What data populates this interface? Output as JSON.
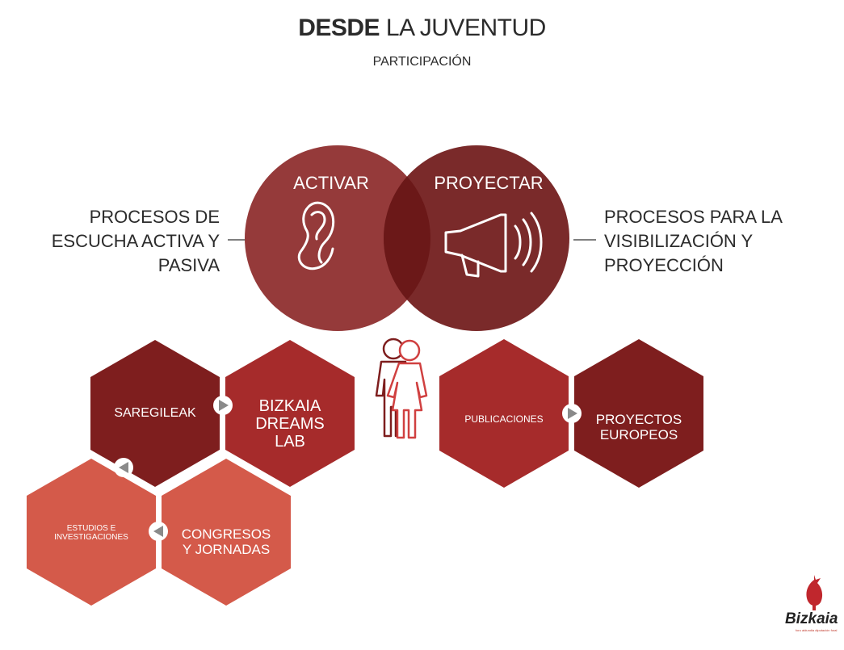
{
  "header": {
    "title_bold": "DESDE",
    "title_rest": " LA JUVENTUD",
    "subtitle": "PARTICIPACIÓN"
  },
  "left_text": [
    "PROCESOS DE",
    "ESCUCHA ACTIVA Y",
    "PASIVA"
  ],
  "right_text": [
    "PROCESOS PARA LA",
    "VISIBILIZACIÓN Y",
    "PROYECCIÓN"
  ],
  "circles": {
    "left": {
      "label": "ACTIVAR",
      "icon": "ear-icon",
      "color": "#953a3a"
    },
    "right": {
      "label": "PROYECTAR",
      "icon": "megaphone-icon",
      "color": "#7a2a2a"
    },
    "overlap_color": "#6b1818"
  },
  "people_icon": "people-icon",
  "hexagons": {
    "saregileak": {
      "label": "SAREGILEAK",
      "color": "#7e1e1e"
    },
    "bizkaia_dreams_lab": {
      "label_lines": [
        "BIZKAIA",
        "DREAMS",
        "LAB"
      ],
      "color": "#a62b2b"
    },
    "estudios": {
      "label_lines": [
        "ESTUDIOS E",
        "INVESTIGACIONES"
      ],
      "color": "#d45a4a"
    },
    "congresos": {
      "label_lines": [
        "CONGRESOS",
        "Y JORNADAS"
      ],
      "color": "#d45a4a"
    },
    "publicaciones": {
      "label": "PUBLICACIONES",
      "color": "#a62b2b"
    },
    "proyectos_europeos": {
      "label_lines": [
        "PROYECTOS",
        "EUROPEOS"
      ],
      "color": "#7e1e1e"
    }
  },
  "logo": {
    "name": "Bizkaia",
    "subtitle": "foru aldundia diputación foral"
  }
}
